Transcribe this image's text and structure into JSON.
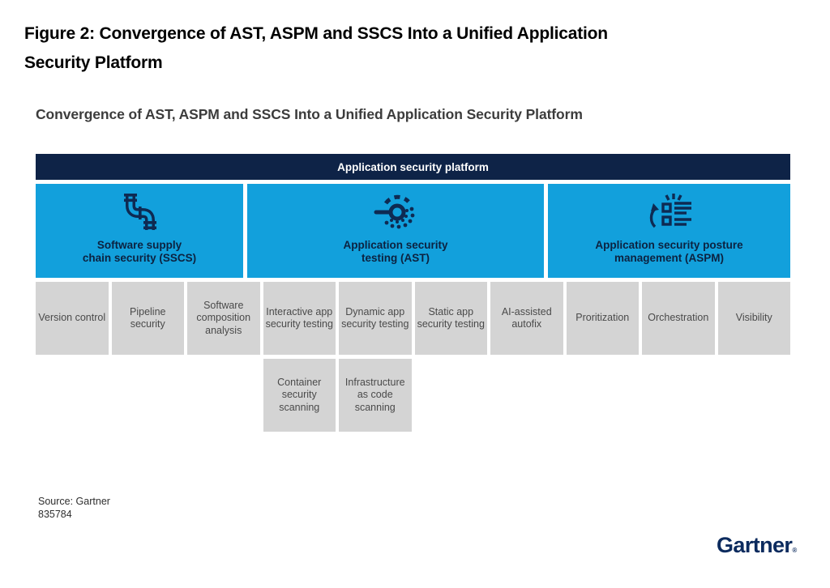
{
  "figure": {
    "title_line1": "Figure 2: Convergence of AST, ASPM and SSCS Into a Unified Application",
    "title_line2": "Security Platform"
  },
  "diagram": {
    "title": "Convergence of AST, ASPM and SSCS Into a Unified Application Security Platform",
    "platform_banner": "Application security platform",
    "pillars": [
      {
        "id": "sscs",
        "icon": "pipeline-icon",
        "label_line1": "Software supply",
        "label_line2": "chain security (SSCS)"
      },
      {
        "id": "ast",
        "icon": "security-scan-icon",
        "label_line1": "Application security",
        "label_line2": "testing (AST)"
      },
      {
        "id": "aspm",
        "icon": "checklist-posture-icon",
        "label_line1": "Application security posture",
        "label_line2": "management (ASPM)"
      }
    ],
    "capabilities_row1": [
      "Version control",
      "Pipeline security",
      "Software composition analysis",
      "Interactive app security testing",
      "Dynamic app security testing",
      "Static app security testing",
      "AI-assisted autofix",
      "Proritization",
      "Orchestration",
      "Visibility"
    ],
    "capabilities_row2": [
      "Container security scanning",
      "Infrastructure as code scanning"
    ]
  },
  "footer": {
    "source_line1": "Source: Gartner",
    "source_line2": "835784",
    "logo_text": "Gartner",
    "logo_registered": "®"
  },
  "colors": {
    "banner_navy": "#0e2347",
    "pillar_cyan": "#12a0dc",
    "capability_gray": "#d4d4d4",
    "icon_navy": "#0e2a52",
    "logo_navy": "#0c2b5e"
  }
}
